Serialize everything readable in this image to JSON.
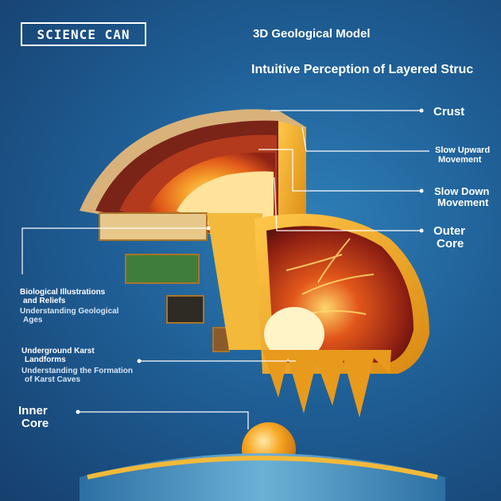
{
  "brand": {
    "logo_text": "SCIENCE CAN"
  },
  "header": {
    "title": "3D Geological Model",
    "subtitle": "Intuitive Perception of Layered Struc"
  },
  "labels": {
    "crust": "Crust",
    "slow_upward_line1": "Slow Upward",
    "slow_upward_line2": "Movement",
    "slow_down_line1": "Slow Down",
    "slow_down_line2": "Movement",
    "outer_core_line1": "Outer",
    "outer_core_line2": "Core",
    "bio_line1": "Biological Illustrations",
    "bio_line2": "and Reliefs",
    "bio_sub_line1": "Understanding Geological",
    "bio_sub_line2": "Ages",
    "karst_line1": "Underground Karst",
    "karst_line2": "Landforms",
    "karst_sub_line1": "Understanding the Formation",
    "karst_sub_line2": "of Karst Caves",
    "inner_core_line1": "Inner",
    "inner_core_line2": "Core"
  },
  "colors": {
    "background": "#1f5f96",
    "shell": "#f0a81e",
    "crust_band": "#7a2418",
    "mantle": "#e4611c",
    "inner_core": "#f5a623",
    "label_text": "#ffffff"
  }
}
